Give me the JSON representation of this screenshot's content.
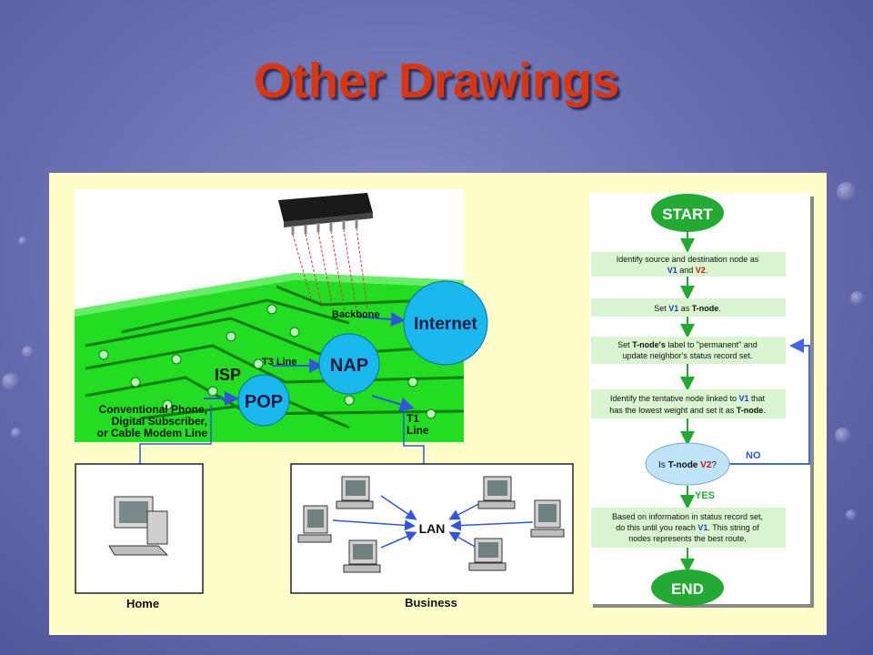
{
  "slide": {
    "title": "Other Drawings"
  },
  "network": {
    "nodes": {
      "internet": "Internet",
      "nap": "NAP",
      "pop": "POP"
    },
    "labels": {
      "backbone": "Backbone",
      "t3": "T3 Line",
      "isp": "ISP",
      "conv1": "Conventional Phone,",
      "conv2": "Digital Subscriber,",
      "conv3": "or Cable Modem Line",
      "t1a": "T1",
      "t1b": "Line",
      "lan": "LAN",
      "home": "Home",
      "business": "Business"
    }
  },
  "flowchart": {
    "start": "START",
    "end": "END",
    "step1_l1": "Identify source and destination node as",
    "step1_v1": "V1",
    "step1_and": " and ",
    "step1_v2": "V2",
    "step1_dot": ".",
    "step2_set": "Set ",
    "step2_v1": "V1",
    "step2_as": " as ",
    "step2_tn": "T-node",
    "step2_dot": ".",
    "step3_set": "Set ",
    "step3_tn": "T-node's",
    "step3_rest": " label to \"permanent\" and",
    "step3_l2": "update neighbor's status record set.",
    "step4_l1": "Identify the tentative node linked to ",
    "step4_v1": "V1",
    "step4_l1end": " that",
    "step4_l2": "has the lowest weight and set it as ",
    "step4_tn": "T-node",
    "step4_dot": ".",
    "decision_is": "Is ",
    "decision_tn": "T-node ",
    "decision_v2": "V2",
    "decision_q": "?",
    "no": "NO",
    "yes": "YES",
    "step5_l1": "Based on information in status record set,",
    "step5_l2a": "do this until you reach ",
    "step5_v1": "V1",
    "step5_l2b": ". This string of",
    "step5_l3": "nodes represents the best route."
  },
  "colors": {
    "title": "#d9360e",
    "panel": "#ffffcc",
    "board": "#22dd22",
    "node": "#19b9ef",
    "flow_green": "#22aa33",
    "box": "#d9f5cf",
    "v1": "#1b3fcc",
    "v2": "#cc1111",
    "arrow_blue": "#4466ee"
  }
}
